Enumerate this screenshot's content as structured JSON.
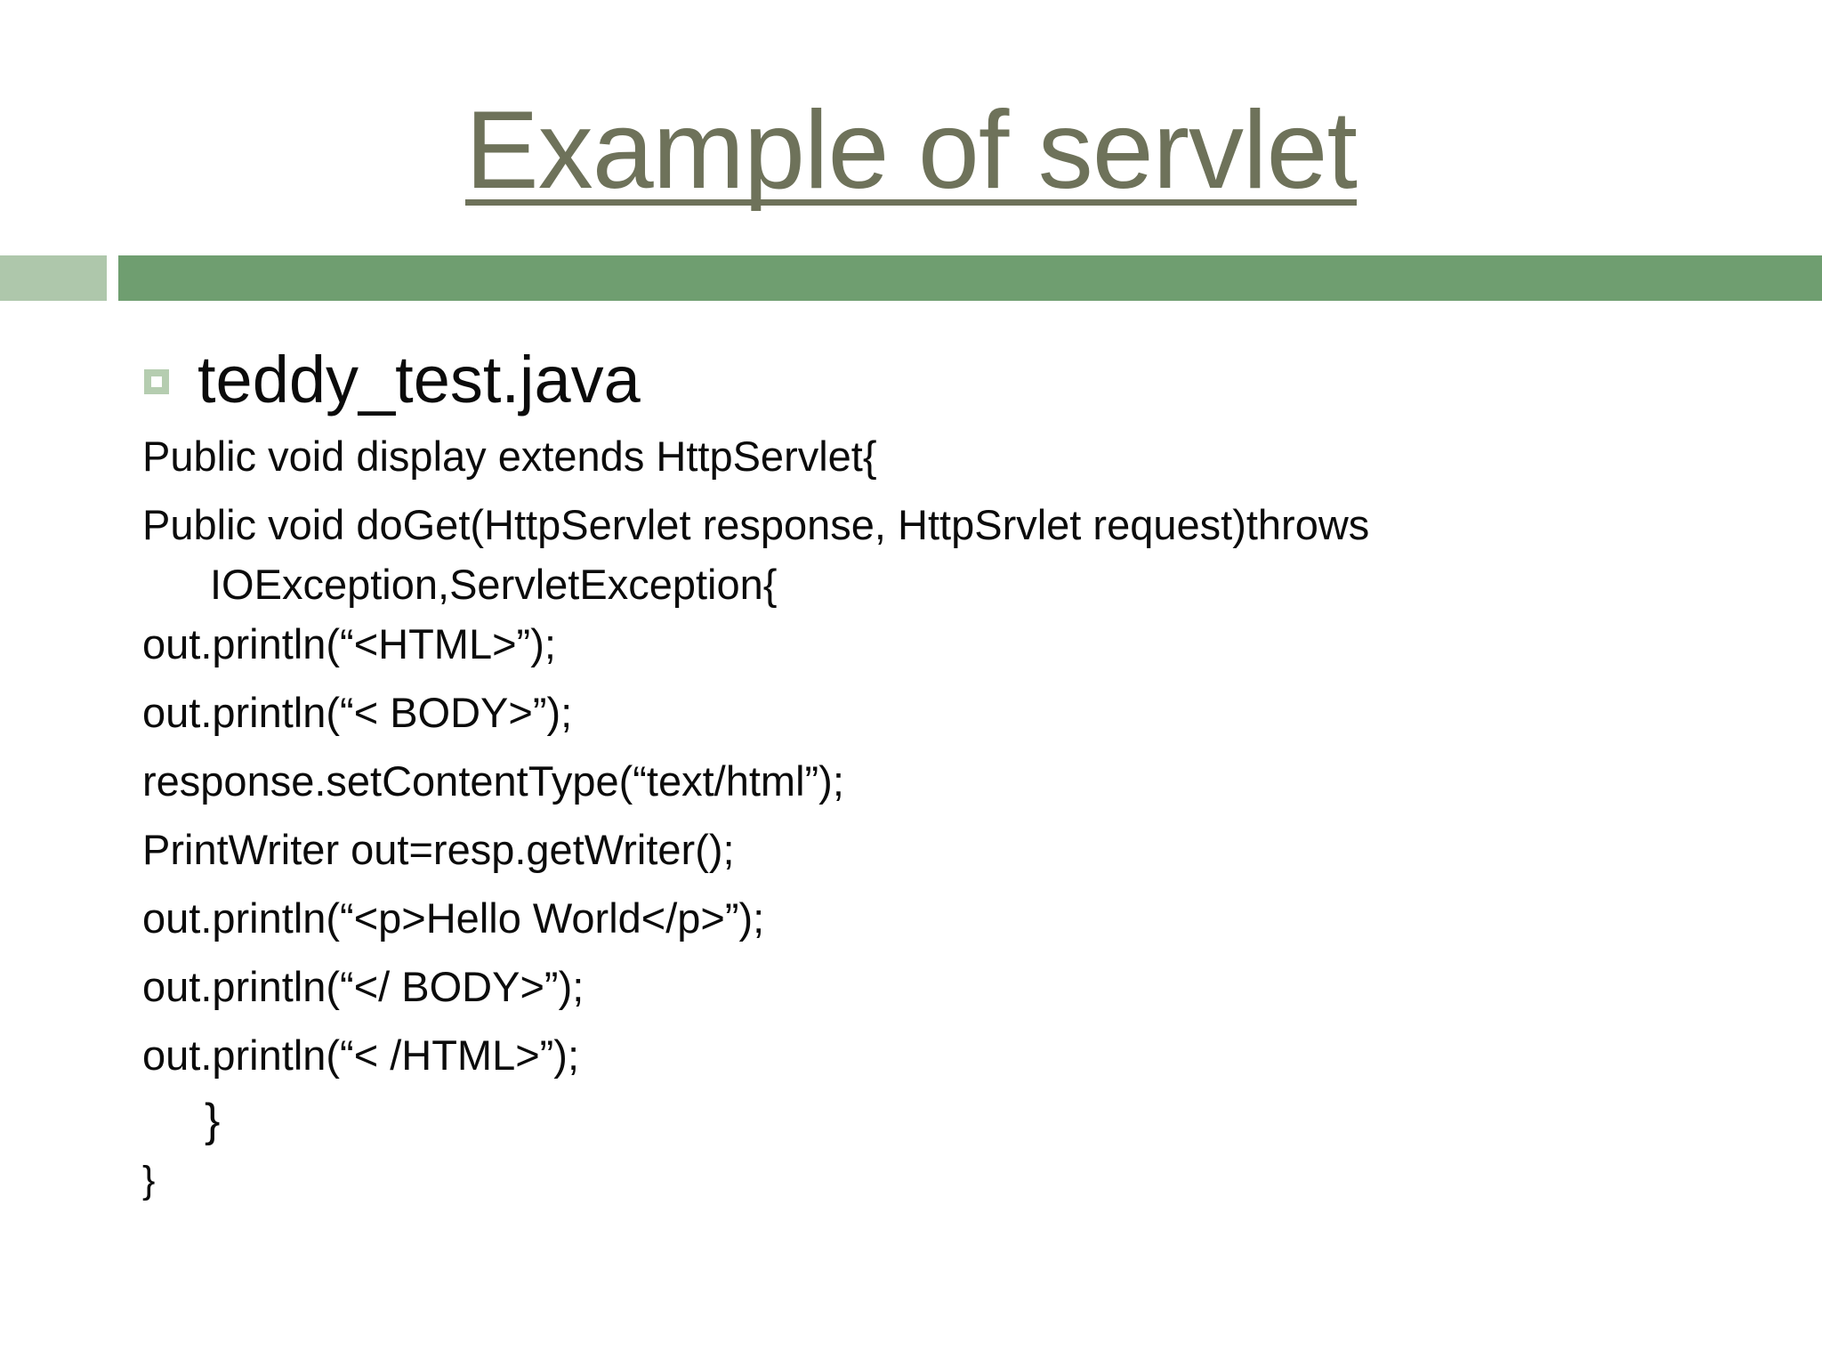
{
  "slide": {
    "title": "Example of servlet",
    "bullet_heading": "teddy_test.java",
    "code_lines": [
      "Public void display extends HttpServlet{",
      "Public void doGet(HttpServlet response, HttpSrvlet request)throws",
      "IOException,ServletException{",
      "out.println(“<HTML>”);",
      "out.println(“< BODY>”);",
      "response.setContentType(“text/html”);",
      "PrintWriter out=resp.getWriter();",
      "out.println(“<p>Hello World</p>”);",
      "out.println(“</ BODY>”);",
      "out.println(“< /HTML>”);",
      "}",
      "}"
    ]
  },
  "colors": {
    "title-color": "#6e725a",
    "bar-dark": "#6f9e70",
    "bar-light": "#aec7ab",
    "bullet-border": "#b5cdb0",
    "code-text": "#0b0b0b",
    "background": "#ffffff"
  }
}
